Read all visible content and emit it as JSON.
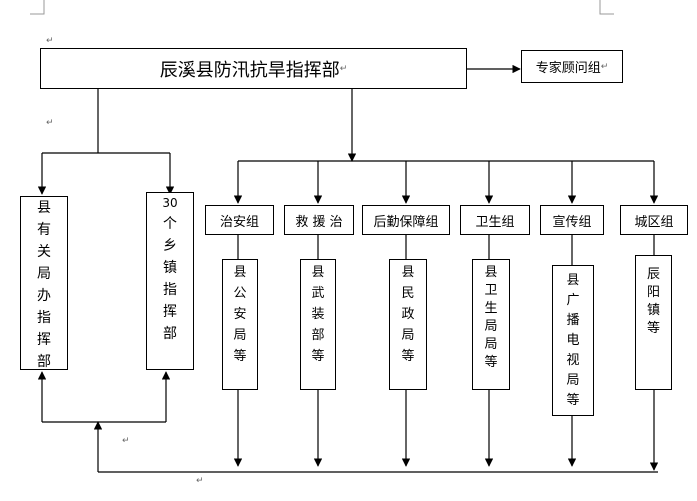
{
  "hq": {
    "label": "辰溪县防汛抗旱指挥部"
  },
  "expert": {
    "label": "专家顾问组"
  },
  "left_units": {
    "county_hq": {
      "chars": [
        "县",
        "有",
        "关",
        "局",
        "办",
        "指",
        "挥",
        "部"
      ]
    },
    "township_hq": {
      "chars": [
        "30",
        "个",
        "乡",
        "镇",
        "指",
        "挥",
        "部"
      ]
    }
  },
  "groups": [
    {
      "label": "治安组",
      "member_chars": [
        "县",
        "公",
        "安",
        "局",
        "等"
      ]
    },
    {
      "label": "救 援 治",
      "member_chars": [
        "县",
        "武",
        "装",
        "部",
        "等"
      ]
    },
    {
      "label": "后勤保障组",
      "member_chars": [
        "县",
        "民",
        "政",
        "局",
        "等"
      ]
    },
    {
      "label": "卫生组",
      "member_chars": [
        "县",
        "卫",
        "生",
        "局",
        "局",
        "等"
      ]
    },
    {
      "label": "宣传组",
      "member_chars": [
        "县",
        "广",
        "播",
        "电",
        "视",
        "局",
        "等"
      ]
    },
    {
      "label": "城区组",
      "member_chars": [
        "辰",
        "阳",
        "镇",
        "等"
      ]
    }
  ],
  "paragraph_mark": "↵"
}
